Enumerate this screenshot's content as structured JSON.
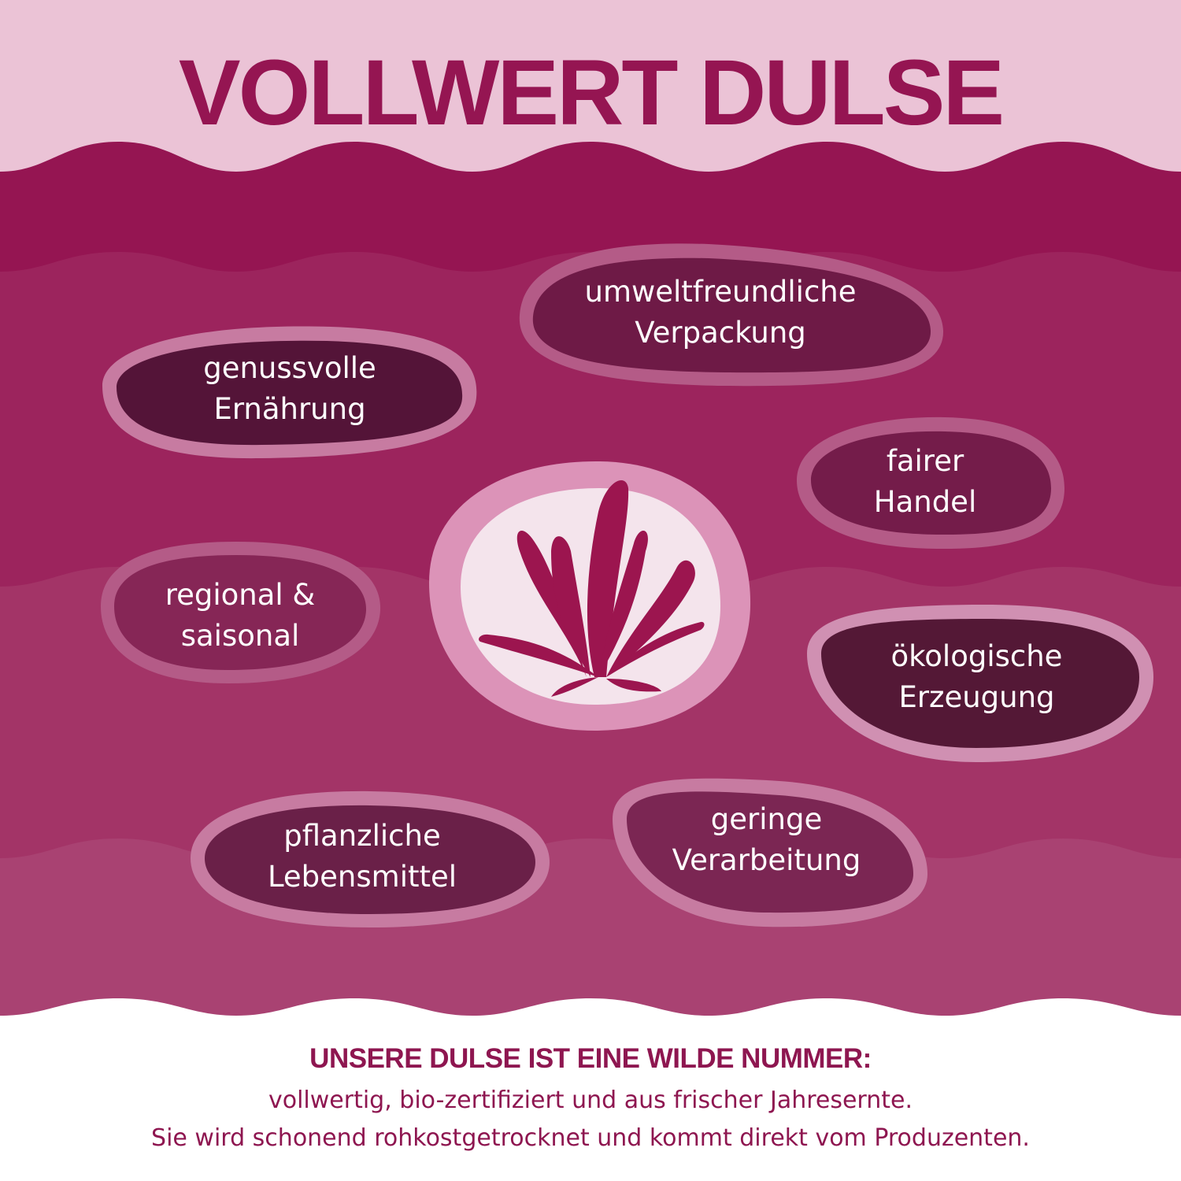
{
  "title": "VOLLWERT DULSE",
  "colors": {
    "title_bg": "#ebc3d6",
    "band1": "#951552",
    "band2": "#9c245d",
    "band3": "#a33467",
    "band4": "#a94272",
    "accent_text": "#951552",
    "bubble_dark": "#53163a"
  },
  "bubbles": [
    {
      "id": "genussvolle",
      "line1": "genussvolle",
      "line2": "Ernährung"
    },
    {
      "id": "umweltfreundlich",
      "line1": "umweltfreundliche",
      "line2": "Verpackung"
    },
    {
      "id": "fair",
      "line1": "fairer",
      "line2": "Handel"
    },
    {
      "id": "regional",
      "line1": "regional &",
      "line2": "saisonal"
    },
    {
      "id": "oekologisch",
      "line1": "ökologische",
      "line2": "Erzeugung"
    },
    {
      "id": "pflanzlich",
      "line1": "pflanzliche",
      "line2": "Lebensmittel"
    },
    {
      "id": "verarbeitung",
      "line1": "geringe",
      "line2": "Verarbeitung"
    }
  ],
  "center_icon": "seaweed-icon",
  "footer": {
    "heading": "UNSERE DULSE IST EINE WILDE NUMMER:",
    "line1": "vollwertig, bio-zertifiziert und aus frischer Jahresernte.",
    "line2": "Sie wird schonend rohkostgetrocknet und kommt direkt vom Produzenten."
  }
}
